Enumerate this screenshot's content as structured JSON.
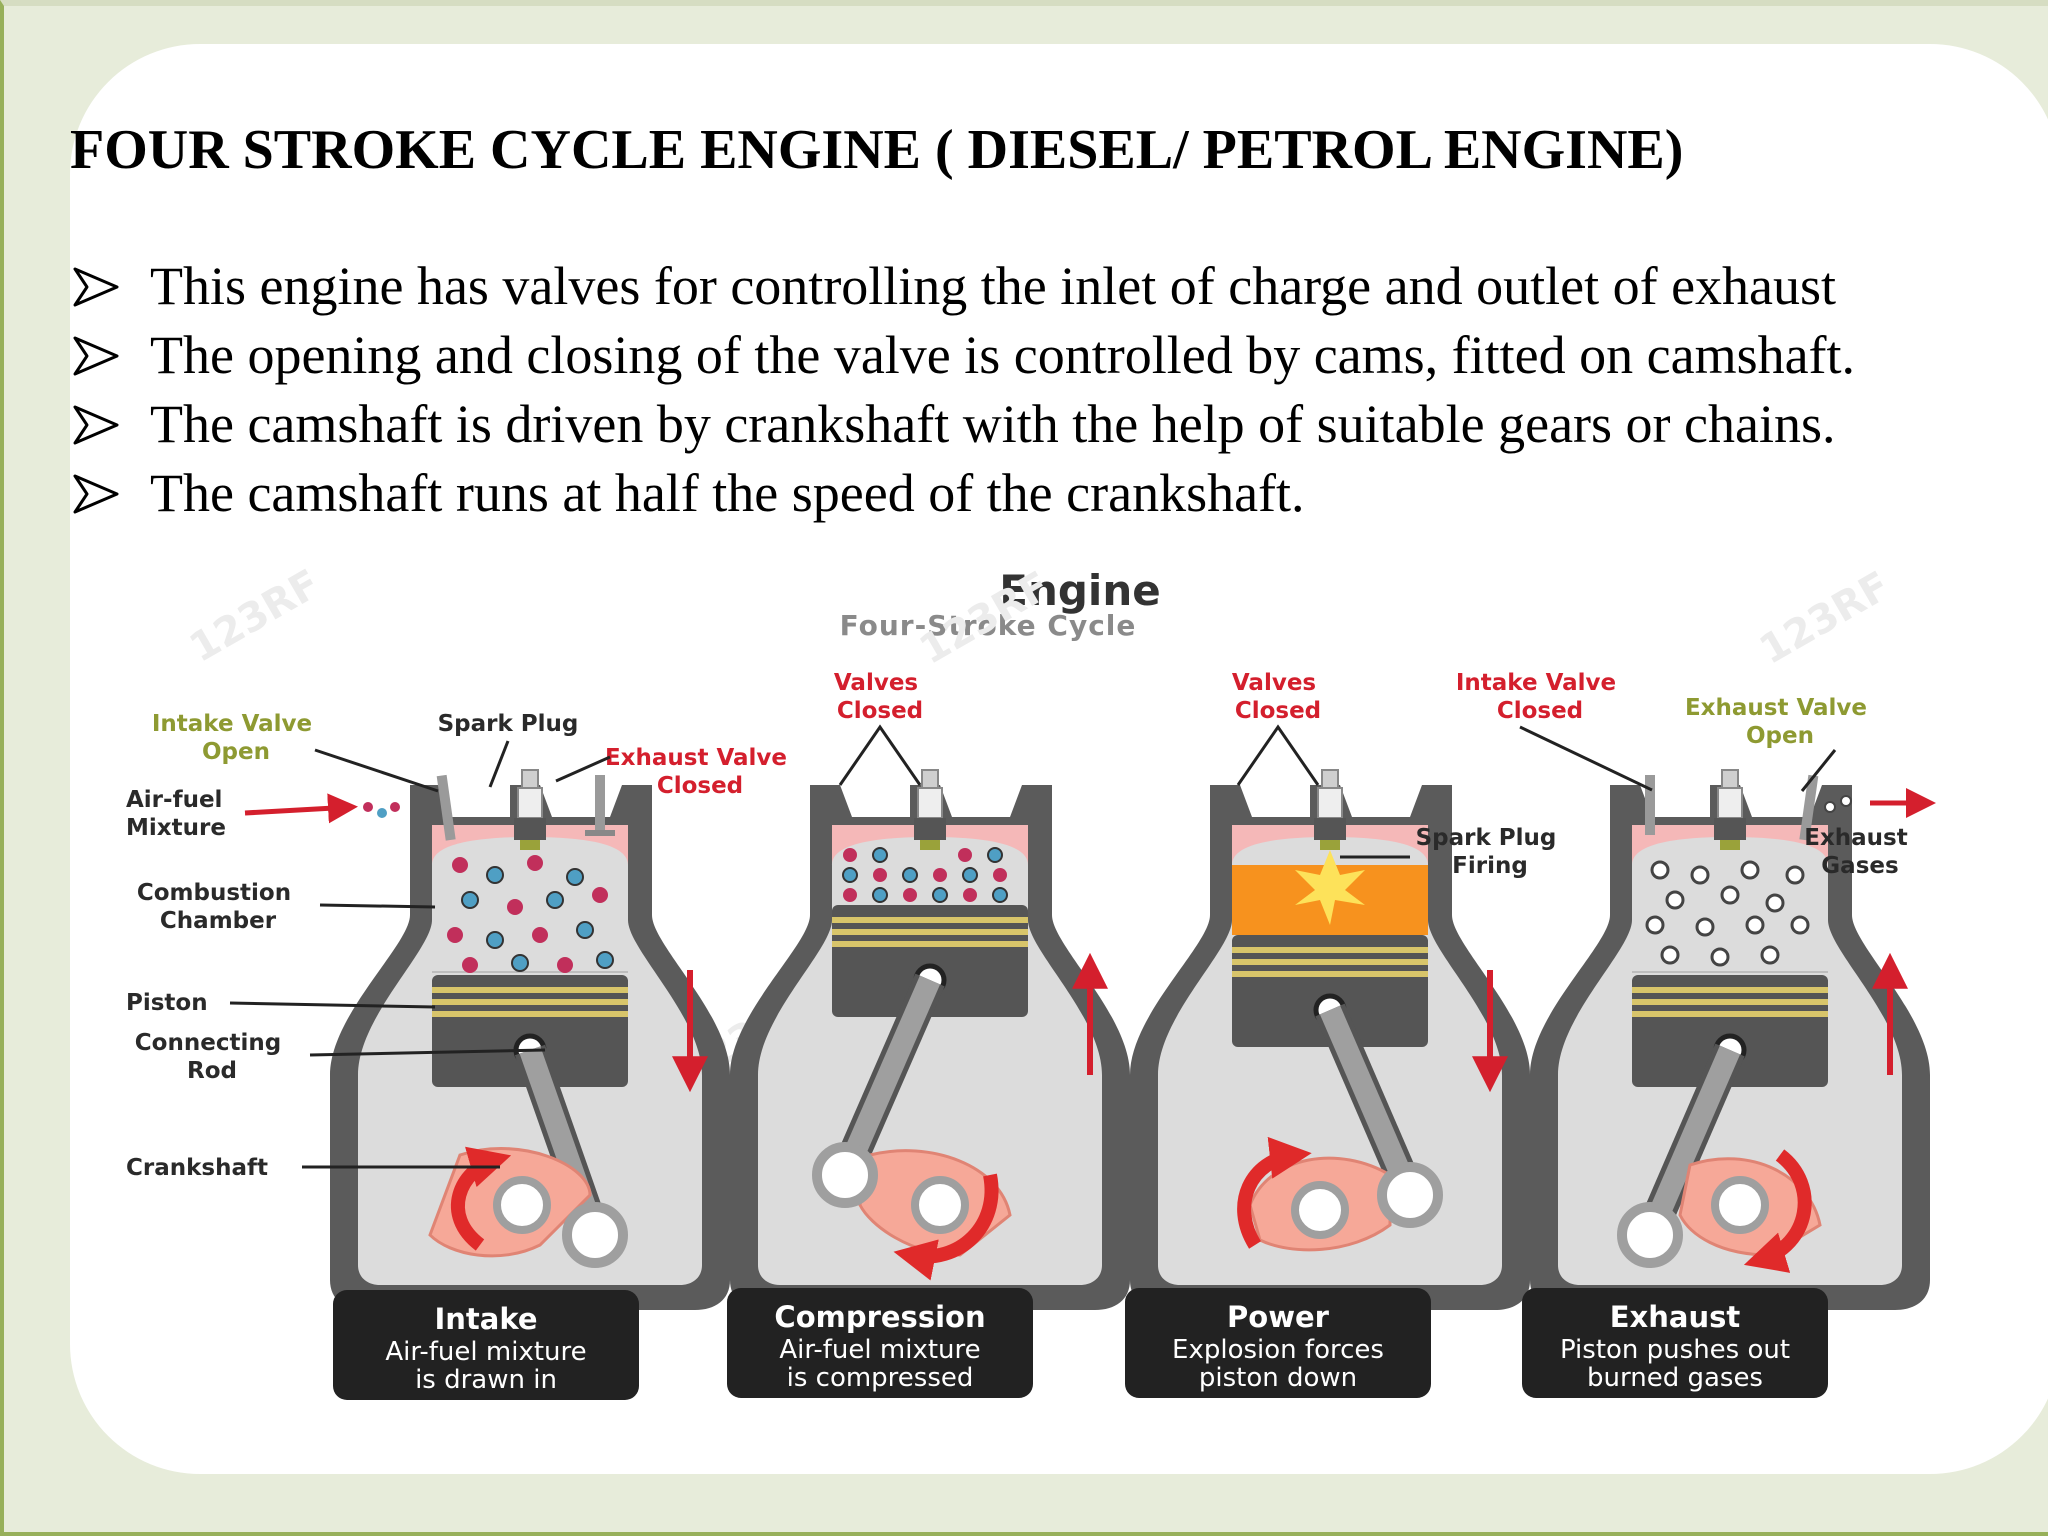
{
  "slide": {
    "title": "FOUR STROKE CYCLE ENGINE ( DIESEL/ PETROL ENGINE)",
    "bullets": [
      "This engine has valves for controlling the inlet of charge and outlet of exhaust",
      "The opening and closing of the valve is controlled by cams, fitted on camshaft.",
      "The camshaft is driven by crankshaft with the help of suitable gears or chains.",
      "The camshaft runs at half the speed of the crankshaft."
    ]
  },
  "diagram": {
    "title": "Engine",
    "subtitle": "Four-Stroke Cycle",
    "watermark": "123RF",
    "labels": {
      "intake_valve_open": [
        "Intake Valve",
        "Open"
      ],
      "spark_plug": "Spark Plug",
      "exhaust_valve_closed": [
        "Exhaust Valve",
        "Closed"
      ],
      "air_fuel_mixture": [
        "Air-fuel",
        "Mixture"
      ],
      "combustion_chamber": [
        "Combustion",
        "Chamber"
      ],
      "piston": "Piston",
      "connecting_rod": [
        "Connecting",
        "Rod"
      ],
      "crankshaft": "Crankshaft",
      "valves_closed_1": [
        "Valves",
        "Closed"
      ],
      "valves_closed_2": [
        "Valves",
        "Closed"
      ],
      "spark_plug_firing": [
        "Spark Plug",
        "Firing"
      ],
      "intake_valve_closed": [
        "Intake Valve",
        "Closed"
      ],
      "exhaust_valve_open": [
        "Exhaust Valve",
        "Open"
      ],
      "exhaust_gases": [
        "Exhaust",
        "Gases"
      ]
    },
    "strokes": [
      {
        "name": "Intake",
        "line1": "Air-fuel mixture",
        "line2": "is drawn in"
      },
      {
        "name": "Compression",
        "line1": "Air-fuel mixture",
        "line2": "is compressed"
      },
      {
        "name": "Power",
        "line1": "Explosion forces",
        "line2": "piston down"
      },
      {
        "name": "Exhaust",
        "line1": "Piston pushes out",
        "line2": "burned gases"
      }
    ],
    "colors": {
      "red": "#d41f2d",
      "green_label": "#8e9a32",
      "gray_body": "#5b5b5b",
      "pink_cam": "#f6a898",
      "blue_particle": "#4f9fc4",
      "fire_orange": "#f7921e"
    }
  }
}
